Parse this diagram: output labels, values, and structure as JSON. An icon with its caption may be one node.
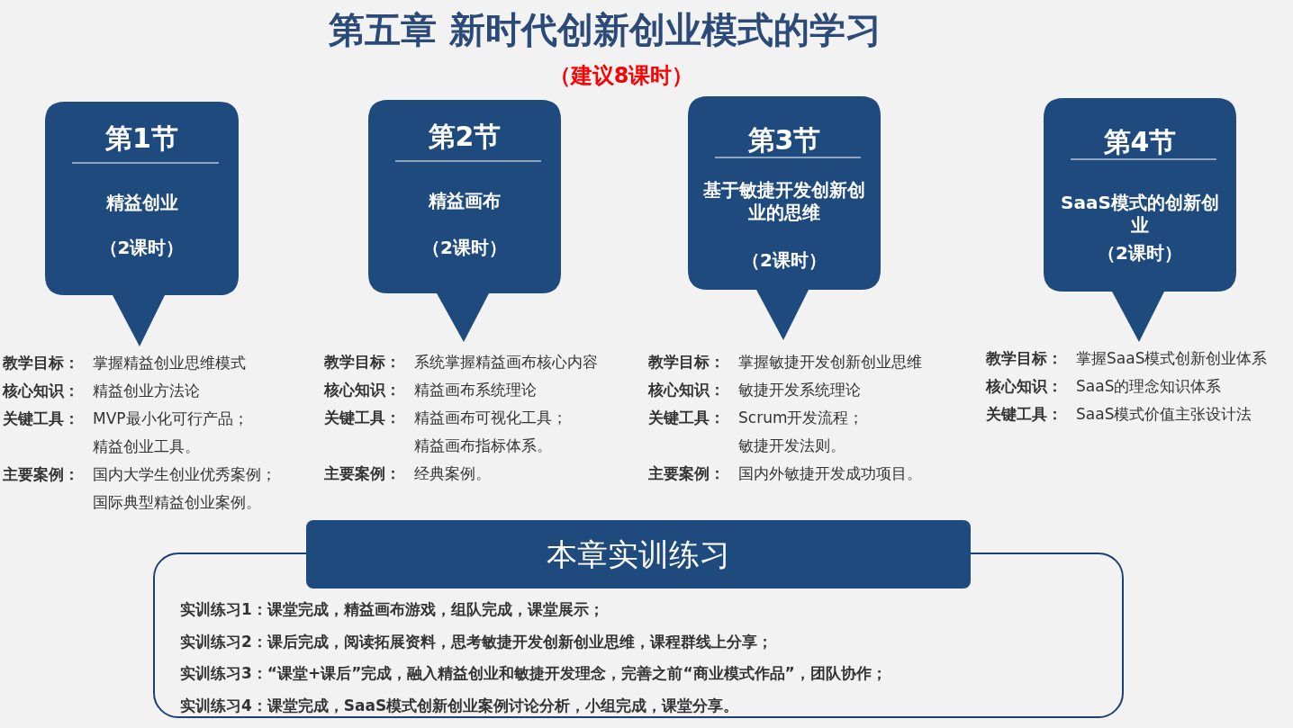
{
  "diagram": {
    "title": "第五章 新时代创新创业模式的学习",
    "nodes": [
      {
        "text": [
          "第1节",
          "精益创业",
          "（2课时）"
        ],
        "beside": [
          "教学目标：",
          "掌握精益创业思维模式",
          "核心知识：",
          "精益创业方法论",
          "关键工具：",
          "MVP最小化可行产品；",
          "精益创业工具。",
          "主要案例：",
          "国内大学生创业优秀案例；",
          "国际典型精益创业案例。"
        ]
      },
      {
        "text": [
          "第2节",
          "精益画布",
          "（2课时）"
        ],
        "beside": [
          "教学目标：",
          "系统掌握精益画布核心内容",
          "核心知识：",
          "精益画布系统理论",
          "关键工具：",
          "精益画布可视化工具；",
          "精益画布指标体系。",
          "主要案例：",
          "经典案例。"
        ]
      },
      {
        "text": [
          "第3节",
          "基于敏捷开发创新创业的思维",
          "（2课时）"
        ],
        "beside": [
          "教学目标：",
          "掌握敏捷开发创新创业思维",
          "核心知识：",
          "敏捷开发系统理论",
          "关键工具：",
          "Scrum开发流程；",
          "敏捷开发法则。",
          "主要案例：",
          "国内外敏捷开发成功项目。"
        ]
      },
      {
        "text": [
          "第4节",
          "SaaS模式的创新创业",
          "（2课时）"
        ],
        "beside": [
          "教学目标：",
          "掌握SaaS模式创新创业体系",
          "核心知识：",
          "SaaS的理念知识体系",
          "关键工具：",
          "SaaS模式价值主张设计法"
        ]
      },
      {
        "text": [
          "实训练习1：课堂完成，精益画布游戏，组队完成，课堂展示；",
          "实训练习2：课后完成，阅读拓展资料，思考敏捷开发创新创业思维，课程群线上分享；",
          "实训练习3：“课堂+课后”完成，融入精益创业和敏捷开发理念，完善之前“商业模式作品”，团队协作；",
          "实训练习4：课堂完成，SaaS模式创新创业案例讨论分析，小组完成，课堂分享。"
        ]
      },
      {
        "text": [
          "本章实训练习"
        ]
      }
    ],
    "edges": [],
    "labels": [
      "（建议8课时）"
    ]
  }
}
